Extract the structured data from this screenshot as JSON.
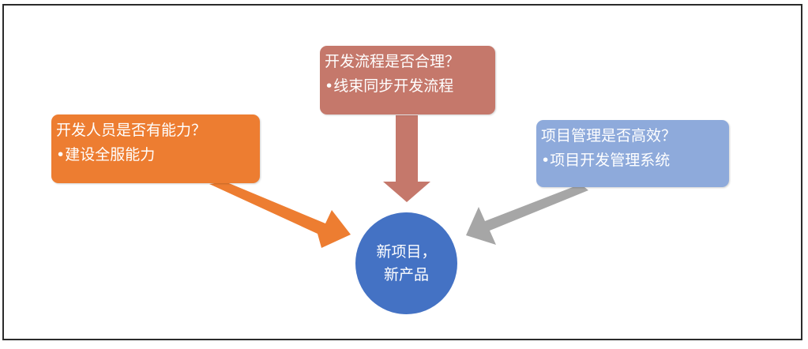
{
  "diagram": {
    "boxes": {
      "developer": {
        "title": "开发人员是否有能力？",
        "item": "•建设全服能力",
        "color": "#ed7d31"
      },
      "process": {
        "title": "开发流程是否合理？",
        "item": "•线束同步开发流程",
        "color": "#c5786b"
      },
      "management": {
        "title": "项目管理是否高效？",
        "item": "•项目开发管理系统",
        "color": "#8eaadb"
      }
    },
    "center": {
      "line1": "新项目，",
      "line2": "新产品",
      "color": "#4472c4"
    },
    "arrow_colors": {
      "developer": "#ed7d31",
      "process": "#c5786b",
      "management": "#a6a6a6"
    }
  }
}
